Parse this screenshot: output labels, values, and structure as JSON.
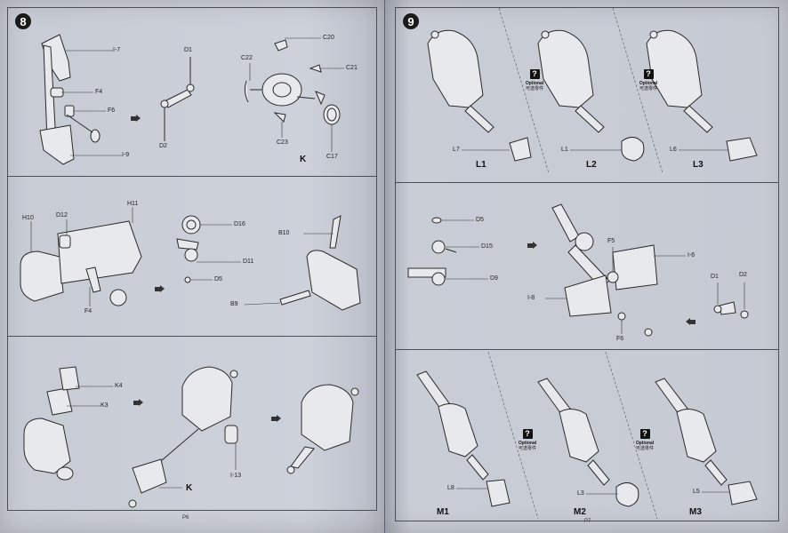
{
  "left_page": {
    "page_number": "P6",
    "step": {
      "number": "8",
      "labels": {
        "i7": "I-7",
        "f4": "F4",
        "f6": "F6",
        "i9": "I-9",
        "d1": "D1",
        "d2": "D2",
        "c20": "C20",
        "c22": "C22",
        "c21": "C21",
        "c23": "C23",
        "c17": "C17",
        "k": "K"
      }
    },
    "panel2": {
      "labels": {
        "h10": "H10",
        "d12": "D12",
        "h11": "H11",
        "f4": "F4",
        "d16": "D16",
        "d11": "D11",
        "d5": "D5",
        "b10": "B10",
        "b9": "B9"
      }
    },
    "panel3": {
      "labels": {
        "k4": "K4",
        "k3": "K3",
        "i13": "I-13",
        "k": "K"
      }
    }
  },
  "right_page": {
    "page_number": "P7",
    "step": {
      "number": "9",
      "options": [
        {
          "code": "L1",
          "part": "L7"
        },
        {
          "code": "L2",
          "part": "L1"
        },
        {
          "code": "L3",
          "part": "L6"
        }
      ]
    },
    "optional": {
      "icon": "?",
      "en": "Optional",
      "cn": "可选零件"
    },
    "panel2": {
      "labels": {
        "d5": "D5",
        "d15": "D15",
        "d9": "D9",
        "f5": "F5",
        "i6": "I-6",
        "i8": "I-8",
        "f6": "F6",
        "d1": "D1",
        "d2": "D2"
      }
    },
    "panel3": {
      "options": [
        {
          "code": "M1",
          "part": "L8"
        },
        {
          "code": "M2",
          "part": "L3"
        },
        {
          "code": "M3",
          "part": "L5"
        }
      ]
    }
  }
}
